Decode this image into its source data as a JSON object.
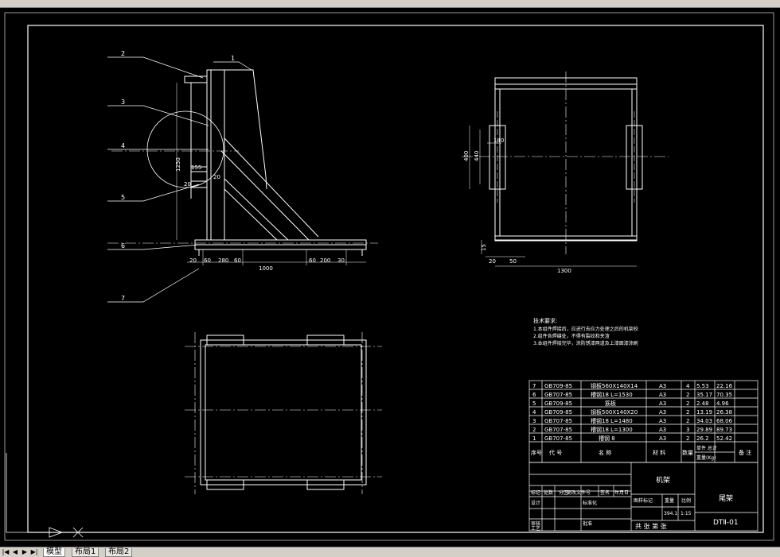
{
  "part_labels": [
    "1",
    "2",
    "3",
    "4",
    "5",
    "6",
    "7"
  ],
  "left_view_dims": {
    "height": "1250",
    "d155": "155",
    "d20a": "20",
    "d20b": "20",
    "base": [
      "20",
      "60",
      "280",
      "60",
      "1000",
      "60",
      "200",
      "30"
    ]
  },
  "right_view_dims": {
    "d400": "400",
    "d440": "440",
    "d140": "140",
    "d15": "15",
    "d20": "20",
    "d50": "50",
    "width": "1300"
  },
  "tech_notes": {
    "title": "技术要求:",
    "lines": [
      "1.本组件焊接后，应进行去应力处理之后的机架校",
      "2.组件各焊缝处，不得有裂纹和夹渣",
      "3.本组件焊接完毕，涂防锈漆两道及上漆面漆涂刷"
    ]
  },
  "parts_table": {
    "rows": [
      {
        "no": "7",
        "code": "GB709-85",
        "name": "钢板560X140X14",
        "material": "A3",
        "qty": "4",
        "unit": "5.53",
        "total": "22.16"
      },
      {
        "no": "6",
        "code": "GB707-85",
        "name": "槽钢18 L=1530",
        "material": "A3",
        "qty": "2",
        "unit": "35.17",
        "total": "70.35"
      },
      {
        "no": "5",
        "code": "GB709-85",
        "name": "筋板",
        "material": "A3",
        "qty": "2",
        "unit": "2.48",
        "total": "4.96"
      },
      {
        "no": "4",
        "code": "GB709-85",
        "name": "钢板500X140X20",
        "material": "A3",
        "qty": "2",
        "unit": "13.19",
        "total": "26.38"
      },
      {
        "no": "3",
        "code": "GB707-85",
        "name": "槽钢18 L=1480",
        "material": "A3",
        "qty": "2",
        "unit": "34.03",
        "total": "68.06"
      },
      {
        "no": "2",
        "code": "GB707-85",
        "name": "槽钢18 L=1300",
        "material": "A3",
        "qty": "3",
        "unit": "29.89",
        "total": "89.73"
      },
      {
        "no": "1",
        "code": "GB707-85",
        "name": "槽钢 8",
        "material": "A3",
        "qty": "2",
        "unit": "26.2",
        "total": "52.42"
      }
    ],
    "header": {
      "no": "序号",
      "code": "代  号",
      "name": "名    称",
      "material": "材  料",
      "qty": "数量",
      "weight_top": "单件 总计",
      "weight_bottom": "重量(Kg)",
      "remark": "备  注"
    }
  },
  "title_block": {
    "drawing_name": "机架",
    "company": "尾架",
    "drawing_no": "DTⅡ-01",
    "mark_label": "图样标记",
    "weight_label": "重量",
    "scale_label": "比例",
    "weight_value": "394.1",
    "scale_value": "1:15",
    "sheet_text": "共  张   第  张",
    "row_labels": [
      "标记",
      "处数",
      "分区",
      "更改文件号",
      "签名",
      "年月日"
    ],
    "designer": "设计",
    "standard": "标准化",
    "checker": "审核",
    "process": "工艺",
    "approve": "批准"
  },
  "tabs": [
    "模型",
    "布局1",
    "布局2"
  ],
  "colors": {
    "line": "#ffffff",
    "center": "#ffffff",
    "dim": "#ffffff",
    "table_text": "#ffffff"
  }
}
